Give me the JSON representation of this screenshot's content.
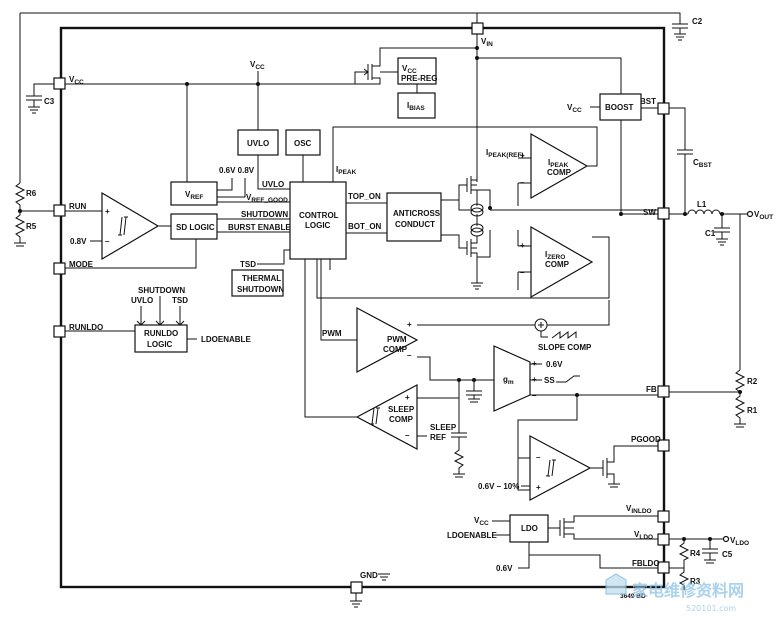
{
  "pins": {
    "vin": "V",
    "vin_sub": "IN",
    "bst": "BST",
    "sw": "SW",
    "fb": "FB",
    "pgood": "PGOOD",
    "vinldo": "V",
    "vinldo_sub": "INLDO",
    "vldo": "V",
    "vldo_sub": "LDO",
    "fbldo": "FBLDO",
    "run": "RUN",
    "mode": "MODE",
    "runldo": "RUNLDO",
    "gnd": "GND",
    "vcc": "V",
    "vcc_sub": "CC"
  },
  "external": {
    "c2": "C2",
    "c3": "C3",
    "r6": "R6",
    "r5": "R5",
    "cbst": "C",
    "cbst_sub": "BST",
    "l1": "L1",
    "c1": "C1",
    "vout": "V",
    "vout_sub": "OUT",
    "r2": "R2",
    "r1": "R1",
    "r4": "R4",
    "r3": "R3",
    "c5": "C5",
    "vldo_out": "V",
    "vldo_out_sub": "LDO",
    "fig_code": "3649 BD"
  },
  "blocks": {
    "vcc_prereg_1": "V",
    "vcc_prereg_sub": "CC",
    "vcc_prereg_2": "PRE-REG",
    "ibias": "I",
    "ibias_sub": "BIAS",
    "uvlo": "UVLO",
    "osc": "OSC",
    "vref": "V",
    "vref_sub": "REF",
    "sd_logic": "SD LOGIC",
    "control_logic_1": "CONTROL",
    "control_logic_2": "LOGIC",
    "anticross_1": "ANTICROSS",
    "anticross_2": "CONDUCT",
    "boost": "BOOST",
    "thermal_1": "THERMAL",
    "thermal_2": "SHUTDOWN",
    "runldo_logic_1": "RUNLDO",
    "runldo_logic_2": "LOGIC",
    "ldo": "LDO"
  },
  "comparators": {
    "ipeak_1": "I",
    "ipeak_sub": "PEAK",
    "ipeak_2": "COMP",
    "izero_1": "I",
    "izero_sub": "ZERO",
    "izero_2": "COMP",
    "pwm_1": "PWM",
    "pwm_2": "COMP",
    "sleep_1": "SLEEP",
    "sleep_2": "COMP",
    "gm": "g",
    "gm_sub": "m"
  },
  "signals": {
    "vcc_top": "V",
    "vcc_top_sub": "CC",
    "vcc_boost": "V",
    "vcc_boost_sub": "CC",
    "v06_08": "0.6V 0.8V",
    "uvlo_sig": "UVLO",
    "vref_good": "V",
    "vref_good_sub": "REF_GOOD",
    "shutdown": "SHUTDOWN",
    "burst_enable": "BURST ENABLE",
    "ipeak_sig": "I",
    "ipeak_sig_sub": "PEAK",
    "top_on": "TOP_ON",
    "bot_on": "BOT_ON",
    "ipeak_ref": "I",
    "ipeak_ref_sub": "PEAK(REF)",
    "tsd": "TSD",
    "v08": "0.8V",
    "pwm": "PWM",
    "slope_comp": "SLOPE COMP",
    "v06": "0.6V",
    "ss": "SS",
    "sleep_ref_1": "SLEEP",
    "sleep_ref_2": "REF",
    "v06_10": "0.6V – 10%",
    "shutdown_in": "SHUTDOWN",
    "uvlo_in": "UVLO",
    "tsd_in": "TSD",
    "ldoenable_out": "LDOENABLE",
    "vcc_ldo": "V",
    "vcc_ldo_sub": "CC",
    "ldoenable_in": "LDOENABLE",
    "v06_ldo": "0.6V"
  },
  "watermark": {
    "cn": "家电维修资料网",
    "url": "520101.com"
  }
}
